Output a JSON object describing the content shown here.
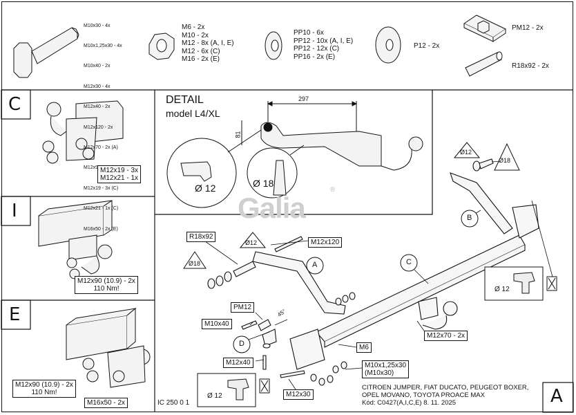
{
  "parts": {
    "bolts": [
      "M10x30 - 4x",
      "M10x1,25x30 - 4x",
      "M10x40 - 2x",
      "M12x30 - 4x",
      "M12x40 - 2x",
      "M12x120 - 2x",
      "M12x70 - 2x (A)",
      "M12x90 - 2x (I, E)",
      "M12x19 - 3x (C)",
      "M12x21 - 1x (C)",
      "M16x50 - 2x (E)"
    ],
    "nuts": [
      "M6 - 2x",
      "M10 - 2x",
      "M12 - 8x (A, I, E)",
      "M12 - 6x (C)",
      "M16 - 2x (E)"
    ],
    "washers": [
      "PP10 - 6x",
      "PP12 - 10x (A, I, E)",
      "PP12 - 12x (C)",
      "PP16 - 2x (E)"
    ],
    "big_washer": "P12 - 2x",
    "plate": "PM12 - 2x",
    "tube": "R18x92 - 2x"
  },
  "detail": {
    "title": "DETAIL",
    "subtitle": "model L4/XL",
    "dim_297": "297",
    "dim_81": "81",
    "drill_12": "Ø 12",
    "drill_18": "Ø 18"
  },
  "panels": {
    "c_letter": "C",
    "c_box": [
      "M12x19 - 3x",
      "M12x21 - 1x"
    ],
    "i_letter": "I",
    "i_box": [
      "M12x90 (10.9) - 2x",
      "110 Nm!"
    ],
    "e_letter": "E",
    "e_box": [
      "M12x90 (10.9) - 2x",
      "110 Nm!"
    ],
    "e_box2": "M16x50 - 2x"
  },
  "main": {
    "r18x92": "R18x92",
    "tri_12_a": "Ø12",
    "tri_18_a": "Ø18",
    "m12x120": "M12x120",
    "label_a": "A",
    "label_b": "B",
    "label_c": "C",
    "label_d": "D",
    "tri_12_b": "Ø12",
    "tri_18_b": "Ø18",
    "pm12": "PM12",
    "angle": "45°",
    "m10x40": "M10x40",
    "m12x40": "M12x40",
    "m6": "M6",
    "m10x125": "M10x1,25x30",
    "m10x30": "(M10x30)",
    "m12x70": "M12x70 - 2x",
    "m12x30": "M12x30",
    "drill_right": "Ø 12",
    "drill_left": "Ø 12",
    "doc_code": "IC 250 0 1"
  },
  "footer": {
    "line1": "CITROEN JUMPER, FIAT DUCATO, PEUGEOT BOXER,",
    "line2": "OPEL MOVANO, TOYOTA PROACE MAX",
    "line3": "Kód: C0427(A,I,C,E)  8. 11. 2025",
    "letter": "A"
  },
  "logo": "Galia"
}
